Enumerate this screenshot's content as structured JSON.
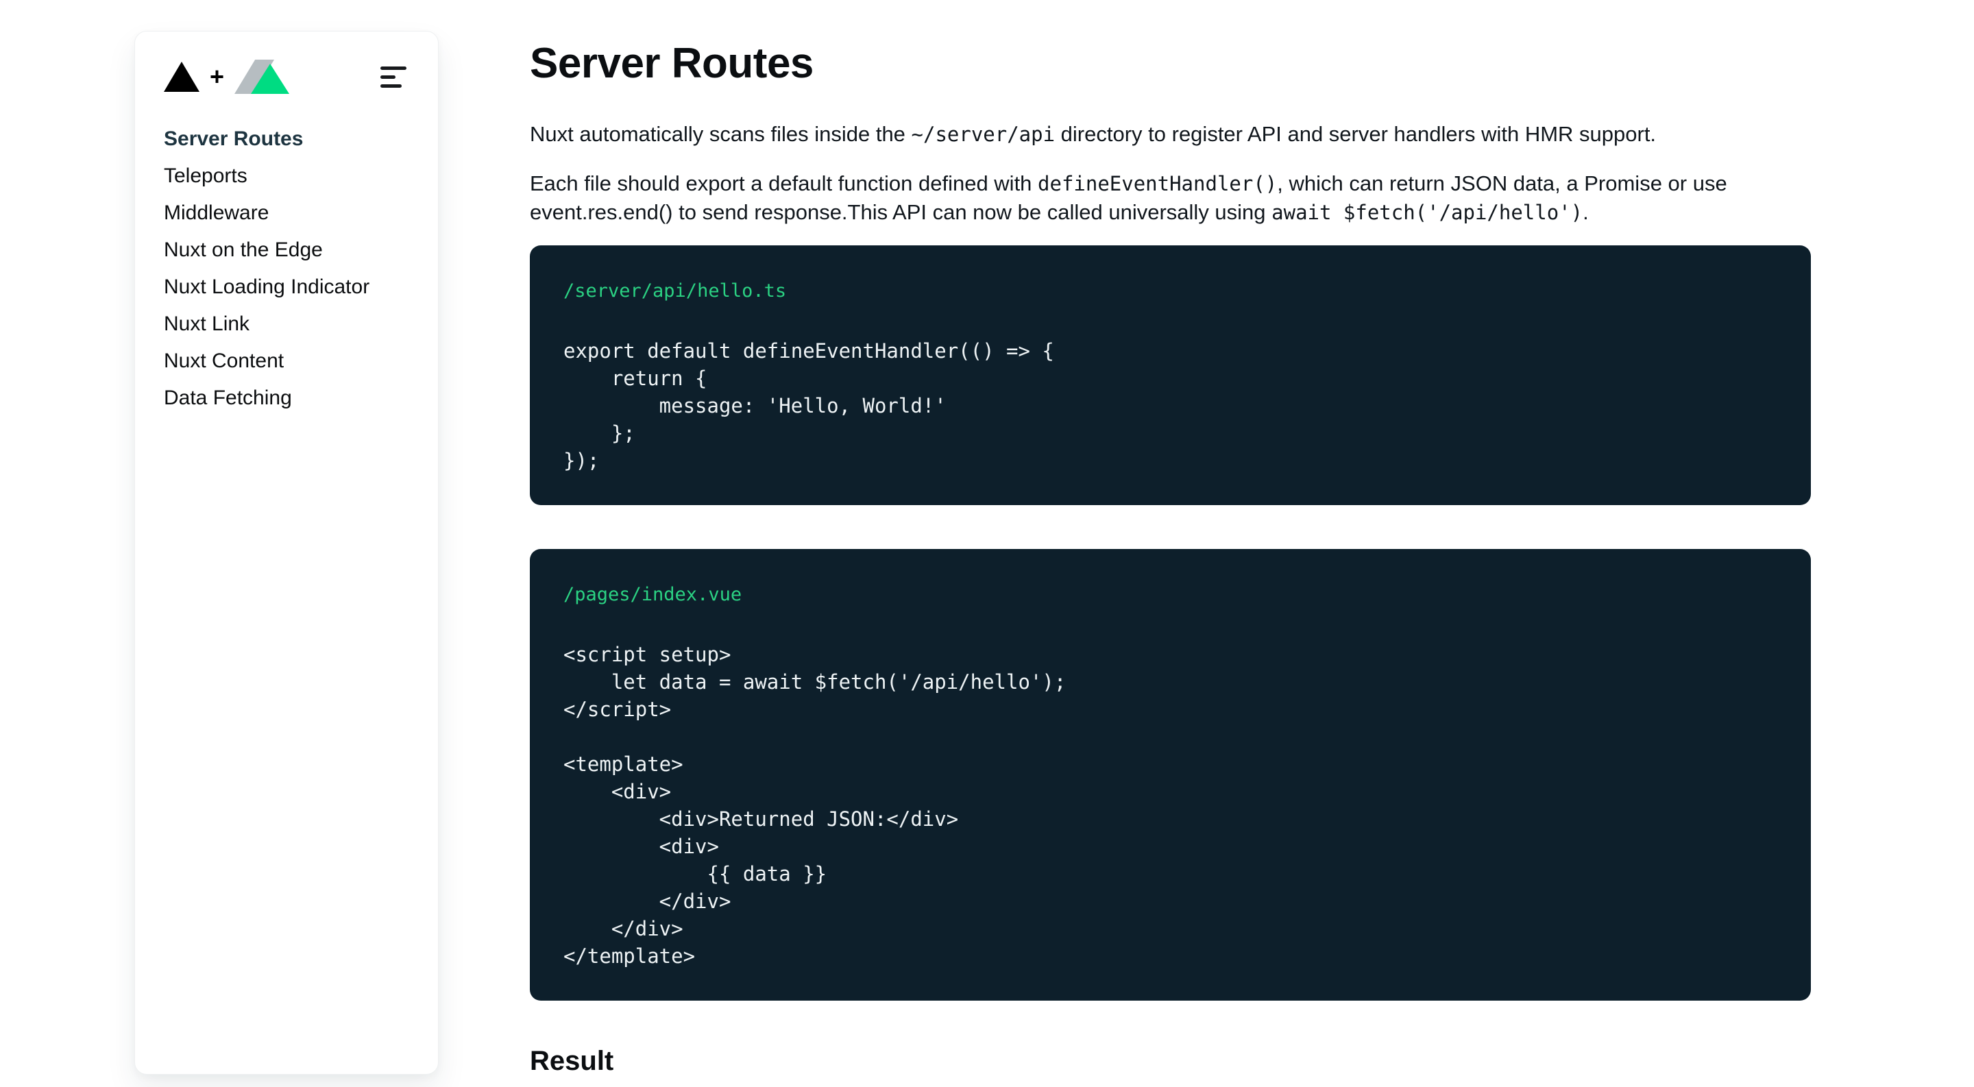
{
  "colors": {
    "code_background": "#0d1f2b",
    "code_filename_green": "#2bd283",
    "code_text": "#eef3f5",
    "nuxt_green": "#00dc82",
    "nuxt_gray": "#b6bdc1",
    "active_nav": "#1d3440"
  },
  "sidebar": {
    "logo": {
      "plus": "+",
      "left_icon": "vercel-triangle-logo",
      "right_icon": "nuxt-mountains-logo"
    },
    "nav": [
      {
        "label": "Server Routes",
        "active": true
      },
      {
        "label": "Teleports",
        "active": false
      },
      {
        "label": "Middleware",
        "active": false
      },
      {
        "label": "Nuxt on the Edge",
        "active": false
      },
      {
        "label": "Nuxt Loading Indicator",
        "active": false
      },
      {
        "label": "Nuxt Link",
        "active": false
      },
      {
        "label": "Nuxt Content",
        "active": false
      },
      {
        "label": "Data Fetching",
        "active": false
      }
    ]
  },
  "main": {
    "title": "Server Routes",
    "paragraph1": {
      "seg1": "Nuxt automatically scans files inside the ",
      "code1": "~/server/api",
      "seg2": " directory to register API and server handlers with HMR support."
    },
    "paragraph2": {
      "seg1": "Each file should export a default function defined with ",
      "code1": "defineEventHandler()",
      "seg2": ", which can return JSON data, a Promise or use event.res.end() to send response.This API can now be called universally using ",
      "code2": "await $fetch('/api/hello')",
      "seg3": "."
    },
    "code_blocks": [
      {
        "filename": "/server/api/hello.ts",
        "code": "export default defineEventHandler(() => {\n    return {\n        message: 'Hello, World!'\n    };\n});"
      },
      {
        "filename": "/pages/index.vue",
        "code": "<script setup>\n    let data = await $fetch('/api/hello');\n</script>\n\n<template>\n    <div>\n        <div>Returned JSON:</div>\n        <div>\n            {{ data }}\n        </div>\n    </div>\n</template>"
      }
    ],
    "result_heading": "Result"
  }
}
